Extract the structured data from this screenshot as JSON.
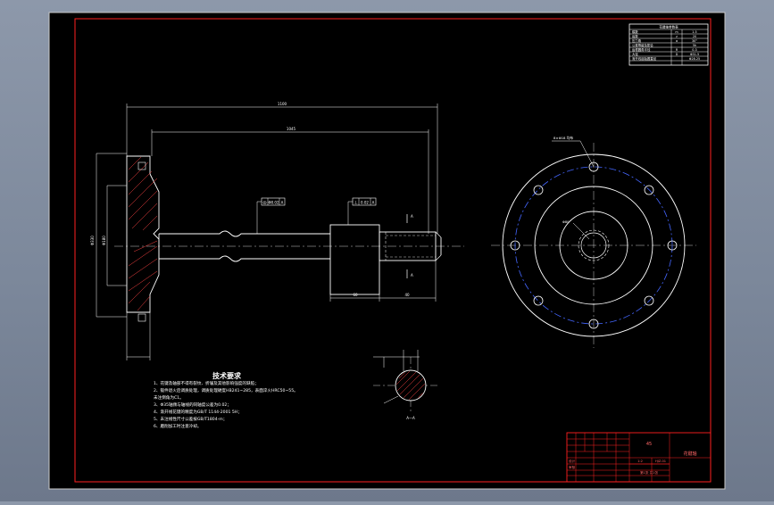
{
  "colors": {
    "background": "#7f8a9c",
    "sheet": "#000000",
    "border": "#ff2020",
    "geometry": "#ffffff",
    "hatch": "#ff3333",
    "centerline": "#3355ff",
    "dimension": "#ffffff"
  },
  "param_table": {
    "title": "花键轴参数表",
    "rows": [
      {
        "name": "模数",
        "symbol": "m",
        "value": "1.5"
      },
      {
        "name": "齿数",
        "symbol": "z",
        "value": "20"
      },
      {
        "name": "压力角",
        "symbol": "α",
        "value": "30°"
      },
      {
        "name": "公差等级及配合",
        "symbol": "",
        "value": "5h"
      },
      {
        "name": "齿根圆角半径",
        "symbol": "R",
        "value": "0.3"
      },
      {
        "name": "大径",
        "symbol": "D",
        "value": "Φ31.5"
      },
      {
        "name": "渐开线起始圆直径",
        "symbol": "",
        "value": "Φ28.25"
      }
    ]
  },
  "dimensions": {
    "overall_length": "1100",
    "flange_to_spline": "1045",
    "flange_diameter": "Φ330",
    "pilot_diameter": "Φ180",
    "spline_length": "40",
    "shaft_length": "60",
    "hole_pattern": "8×Φ18 均布",
    "bore_diameter": "Φ80",
    "spline_label": "A—A"
  },
  "tolerance_frames": [
    {
      "symbol": "◎",
      "value": "Φ0.02",
      "datum": "A"
    },
    {
      "symbol": "⊥",
      "value": "0.02",
      "datum": "A"
    }
  ],
  "tech_requirements": {
    "title": "技术要求",
    "items": [
      "1、花键及轴部不得有裂纹、折皱及其他影响强度的缺陷；",
      "2、锻件退火后调质处理，调质处理硬度HB241~285，表面淬火HRC50~55。",
      "未注倒角为C1。",
      "3、Φ35轴颈与轴线的同轴度公差为0.02；",
      "4、渐开线花键的精度为GB/T 1144-2001 5H；",
      "5、未注线性尺寸公差按GB/T1804-m；",
      "6、磨削加工时注意冷却。"
    ]
  },
  "title_block": {
    "part_name": "花键轴",
    "material": "45",
    "scale": "1:2",
    "drawing_no": "HJZ-01",
    "designer": "设计",
    "checker": "审核",
    "sheet": "第1张 共1张"
  }
}
